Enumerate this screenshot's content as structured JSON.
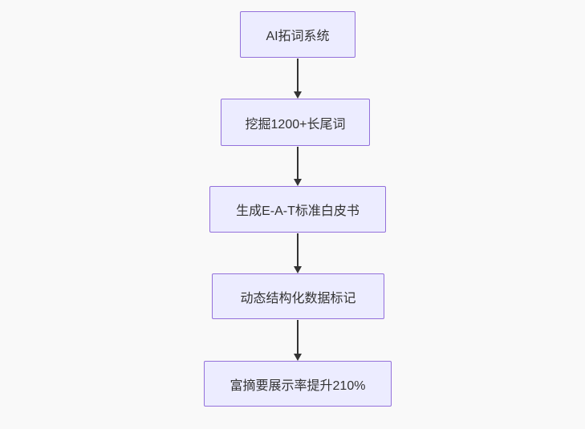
{
  "canvas": {
    "background": "#f9f9f9"
  },
  "flowchart": {
    "type": "flowchart",
    "direction": "top-down",
    "node_fill": "#ECECFF",
    "node_border": "#9370DB",
    "arrow_color": "#333333",
    "text_color": "#333333",
    "nodes": [
      {
        "id": "A",
        "label": "AI拓词系统"
      },
      {
        "id": "B",
        "label": "挖掘1200+长尾词"
      },
      {
        "id": "C",
        "label": "生成E-A-T标准白皮书"
      },
      {
        "id": "D",
        "label": "动态结构化数据标记"
      },
      {
        "id": "E",
        "label": "富摘要展示率提升210%"
      }
    ],
    "edges": [
      {
        "from": "A",
        "to": "B"
      },
      {
        "from": "B",
        "to": "C"
      },
      {
        "from": "C",
        "to": "D"
      },
      {
        "from": "D",
        "to": "E"
      }
    ]
  }
}
